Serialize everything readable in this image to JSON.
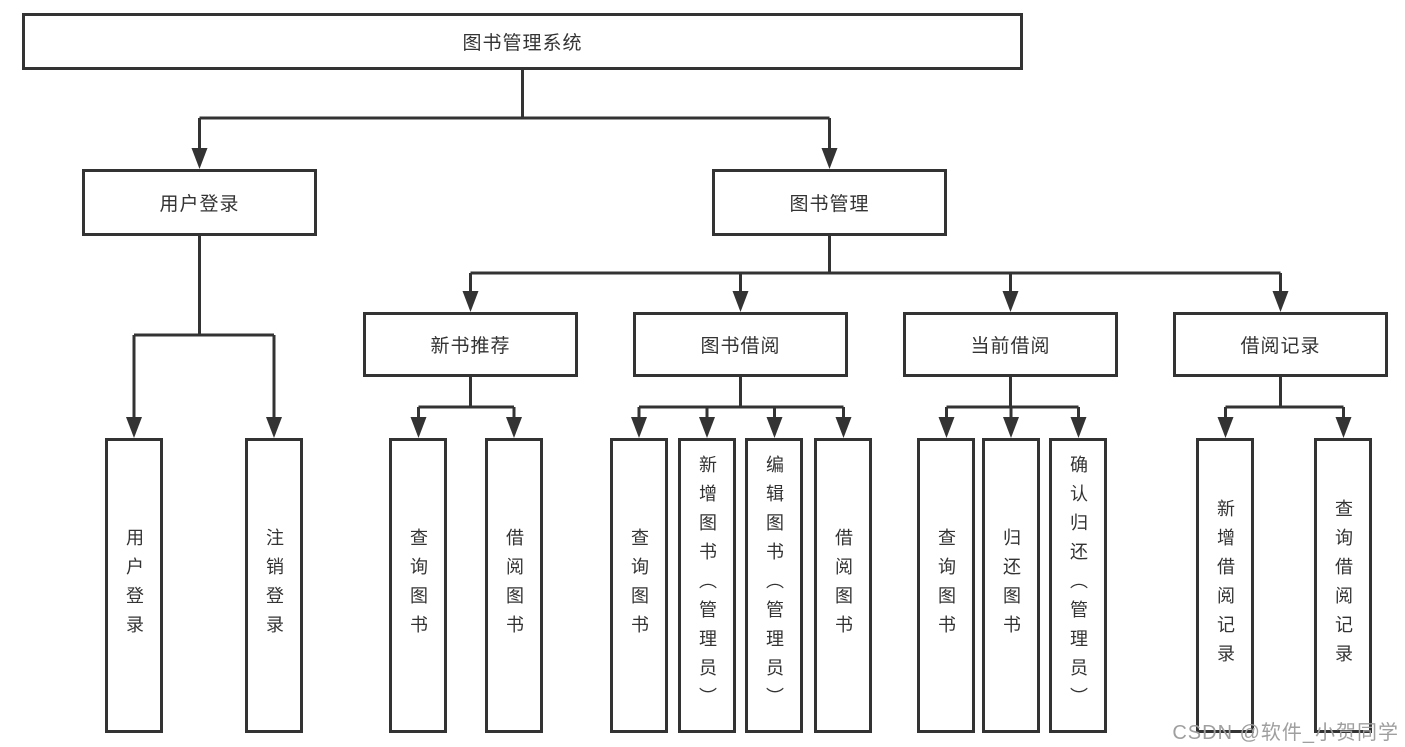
{
  "diagram": {
    "title": "图书管理系统",
    "branches": [
      {
        "label": "用户登录",
        "children": [
          "用户登录",
          "注销登录"
        ]
      },
      {
        "label": "图书管理",
        "sections": [
          {
            "label": "新书推荐",
            "children": [
              "查询图书",
              "借阅图书"
            ]
          },
          {
            "label": "图书借阅",
            "children": [
              "查询图书",
              "新增图书（管理员）",
              "编辑图书（管理员）",
              "借阅图书"
            ]
          },
          {
            "label": "当前借阅",
            "children": [
              "查询图书",
              "归还图书",
              "确认归还（管理员）"
            ]
          },
          {
            "label": "借阅记录",
            "children": [
              "新增借阅记录",
              "查询借阅记录"
            ]
          }
        ]
      }
    ],
    "watermark": "CSDN @软件_小贺同学",
    "colors": {
      "line": "#333333",
      "box_border": "#333333",
      "text": "#333333",
      "background": "#ffffff",
      "watermark": "#9f9f9f"
    }
  }
}
